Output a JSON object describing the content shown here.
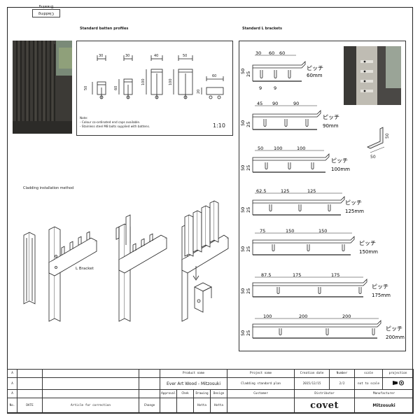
{
  "sheet": {
    "tab_label": "Cladding Drawing"
  },
  "profiles": {
    "heading": "Standard batten profiles",
    "widths": [
      "30",
      "30",
      "40",
      "50",
      "60"
    ],
    "heights": [
      "50",
      "60",
      "100",
      "100",
      "20"
    ],
    "notes_title": "Note:",
    "notes": [
      "- Colour co-ordinated end caps available.",
      "- Stainless steel M8 bolts supplied with battens."
    ],
    "scale": "1:10"
  },
  "brackets": {
    "heading": "Standard L brackets",
    "pitch_word": "ピッチ",
    "rows": [
      {
        "dims": [
          "30",
          "60",
          "60"
        ],
        "pitch": "60mm",
        "sub": [
          "9",
          "9"
        ],
        "h1": "50",
        "h2": "25"
      },
      {
        "dims": [
          "45",
          "90",
          "90"
        ],
        "pitch": "90mm",
        "h1": "50",
        "h2": "25"
      },
      {
        "dims": [
          "50",
          "100",
          "100"
        ],
        "pitch": "100mm",
        "h1": "50",
        "h2": "25"
      },
      {
        "dims": [
          "62.5",
          "125",
          "125"
        ],
        "pitch": "125mm",
        "h1": "50",
        "h2": "25"
      },
      {
        "dims": [
          "75",
          "150",
          "150"
        ],
        "pitch": "150mm",
        "h1": "50",
        "h2": "25"
      },
      {
        "dims": [
          "87.5",
          "175",
          "175"
        ],
        "pitch": "175mm",
        "h1": "50",
        "h2": "25"
      },
      {
        "dims": [
          "100",
          "200",
          "200"
        ],
        "pitch": "200mm",
        "h1": "50",
        "h2": "25"
      }
    ],
    "angle_dims": [
      "50",
      "50"
    ]
  },
  "installation": {
    "heading": "Cladding installation method",
    "bracket_label": "L Bracket"
  },
  "title_block": {
    "rev_marks": [
      "A",
      "A",
      "A"
    ],
    "no_label": "No.",
    "date_label": "DATE",
    "article_label": "Article for correction",
    "change_label": "Change",
    "product_name_label": "Product name",
    "product_name": "Ever Art Wood - Mitzosuki",
    "approval_label": "Approval",
    "check_label": "Chek",
    "drawing_label": "Drawing",
    "design_label": "Design",
    "drawing_by": "Hotta",
    "design_by": "Hotta",
    "project_name_label": "Project name",
    "project_name": "Cladding standard plan",
    "customer_label": "Customer",
    "creation_date_label": "Creation date",
    "creation_date": "2015/12/15",
    "number_label": "Number",
    "number": "2/2",
    "scale_label": "scale",
    "scale": "not to scale",
    "projection_label": "projection",
    "distributor_label": "Distributor",
    "distributor": "covet",
    "manufacturer_label": "Manufacturer",
    "manufacturer": "Mitzosuki"
  }
}
